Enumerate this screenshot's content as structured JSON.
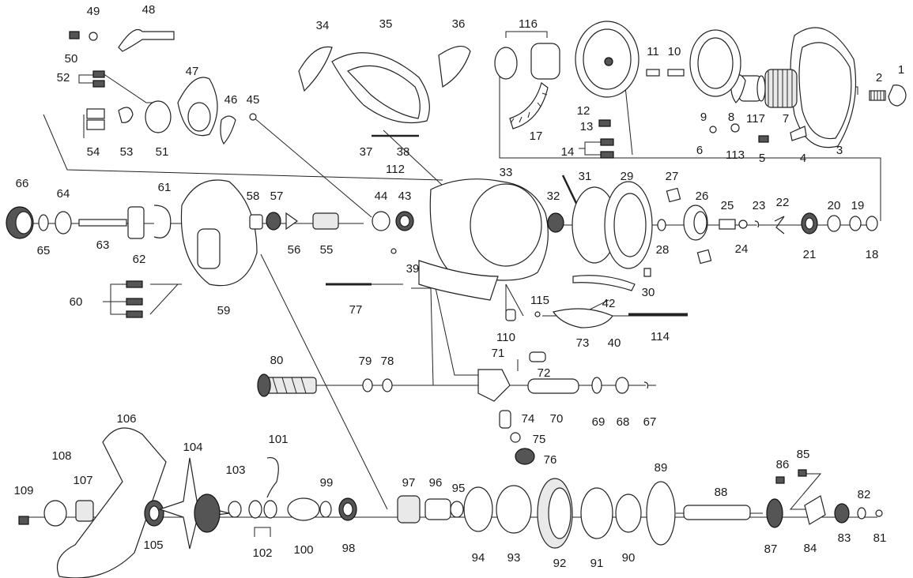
{
  "labels": [
    "1",
    "2",
    "3",
    "4",
    "5",
    "6",
    "7",
    "8",
    "9",
    "10",
    "11",
    "12",
    "13",
    "14",
    "17",
    "18",
    "19",
    "20",
    "21",
    "22",
    "23",
    "24",
    "25",
    "26",
    "27",
    "28",
    "29",
    "30",
    "31",
    "32",
    "33",
    "34",
    "35",
    "36",
    "37",
    "38",
    "39",
    "40",
    "42",
    "43",
    "44",
    "45",
    "46",
    "47",
    "48",
    "49",
    "50",
    "51",
    "52",
    "53",
    "54",
    "55",
    "56",
    "57",
    "58",
    "59",
    "60",
    "61",
    "62",
    "63",
    "64",
    "65",
    "66",
    "67",
    "68",
    "69",
    "70",
    "71",
    "72",
    "73",
    "74",
    "75",
    "76",
    "77",
    "78",
    "79",
    "80",
    "81",
    "82",
    "83",
    "84",
    "85",
    "86",
    "87",
    "88",
    "89",
    "90",
    "91",
    "92",
    "93",
    "94",
    "95",
    "96",
    "97",
    "98",
    "99",
    "100",
    "101",
    "102",
    "103",
    "104",
    "105",
    "106",
    "107",
    "108",
    "109",
    "110",
    "112",
    "113",
    "114",
    "115",
    "116",
    "117"
  ],
  "colors": {
    "ink": "#1a1a1a",
    "background": "#ffffff"
  }
}
